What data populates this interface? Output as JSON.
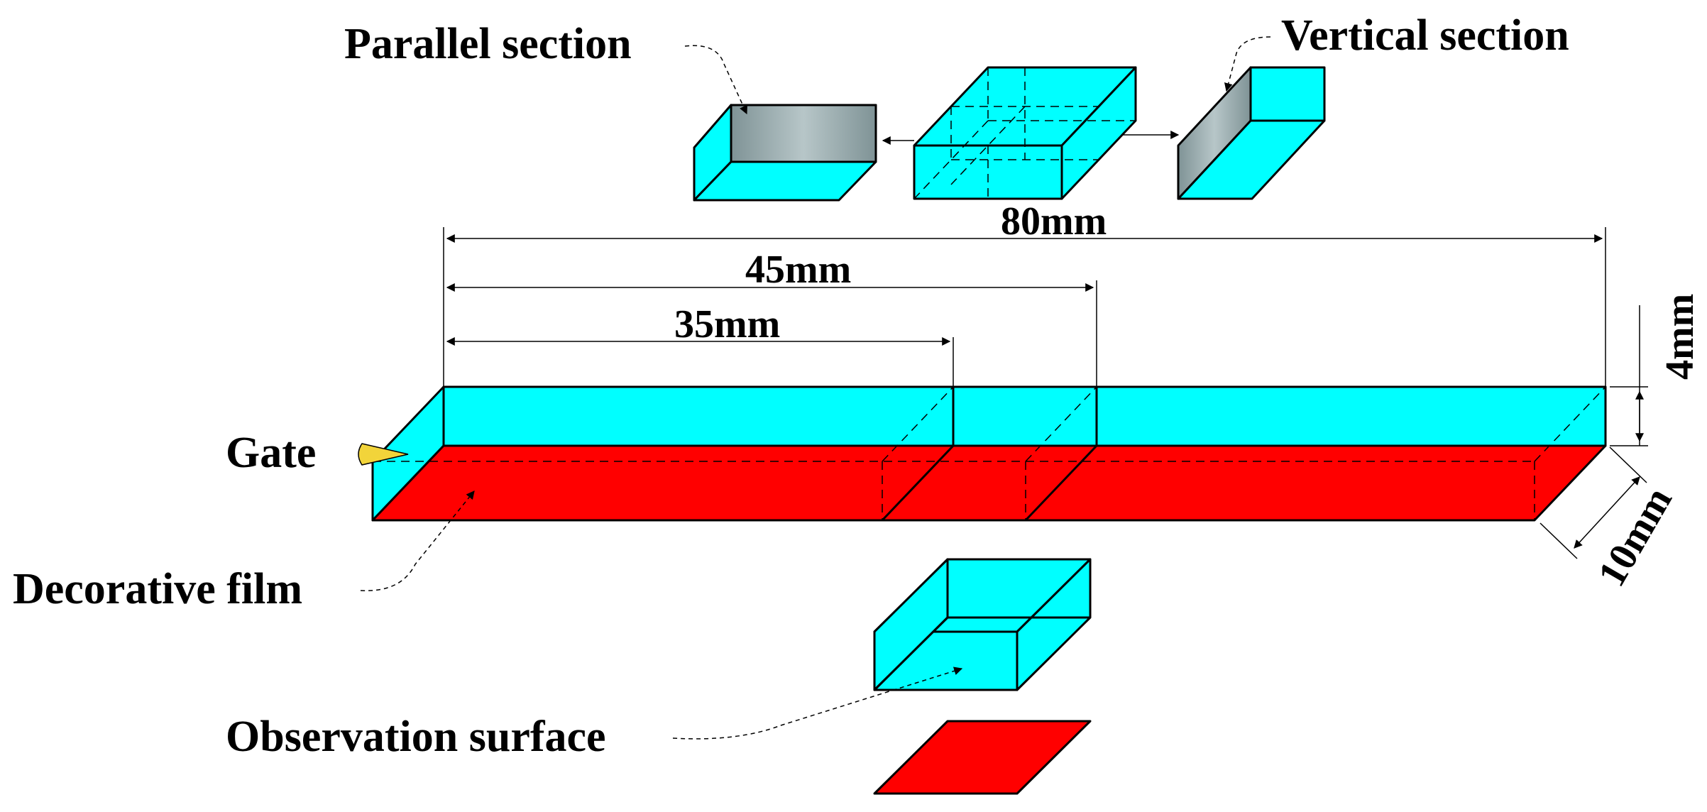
{
  "labels": {
    "parallel_section": "Parallel section",
    "vertical_section": "Vertical section",
    "gate": "Gate",
    "decorative_film": "Decorative film",
    "observation_surface": "Observation surface"
  },
  "dimensions": {
    "length_80": "80mm",
    "length_45": "45mm",
    "length_35": "35mm",
    "thickness": "4mm",
    "width": "10mm"
  },
  "colors": {
    "cyan": "#00ffff",
    "red": "#ff0000",
    "gray_section": "#8fa3a6",
    "gate_yellow": "#f2d43a",
    "line": "#000000"
  }
}
